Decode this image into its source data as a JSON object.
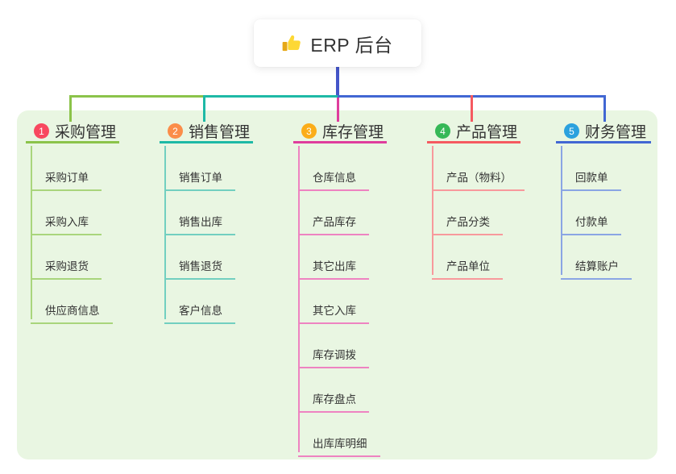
{
  "root": {
    "title": "ERP 后台",
    "icon": "thumbs-up"
  },
  "colors": {
    "panel_background": "#e9f6e2",
    "root_connector": "#4455c9",
    "node_text": "#333333"
  },
  "branches": [
    {
      "num": "1",
      "label": "采购管理",
      "line_color": "#8bc34a",
      "child_line_color": "#a9d57c",
      "badge_color": "#f8485f",
      "children": [
        "采购订单",
        "采购入库",
        "采购退货",
        "供应商信息"
      ]
    },
    {
      "num": "2",
      "label": "销售管理",
      "line_color": "#1eb9a6",
      "child_line_color": "#72cfc0",
      "badge_color": "#fb8d49",
      "children": [
        "销售订单",
        "销售出库",
        "销售退货",
        "客户信息"
      ]
    },
    {
      "num": "3",
      "label": "库存管理",
      "line_color": "#df3d9d",
      "child_line_color": "#ee83c1",
      "badge_color": "#fbad19",
      "children": [
        "仓库信息",
        "产品库存",
        "其它出库",
        "其它入库",
        "库存调拨",
        "库存盘点",
        "出库库明细"
      ]
    },
    {
      "num": "4",
      "label": "产品管理",
      "line_color": "#f55a60",
      "child_line_color": "#f8999c",
      "badge_color": "#36b857",
      "children": [
        "产品（物料）",
        "产品分类",
        "产品单位"
      ]
    },
    {
      "num": "5",
      "label": "财务管理",
      "line_color": "#4167d3",
      "child_line_color": "#8aa5e4",
      "badge_color": "#2ba1de",
      "children": [
        "回款单",
        "付款单",
        "结算账户"
      ]
    }
  ]
}
